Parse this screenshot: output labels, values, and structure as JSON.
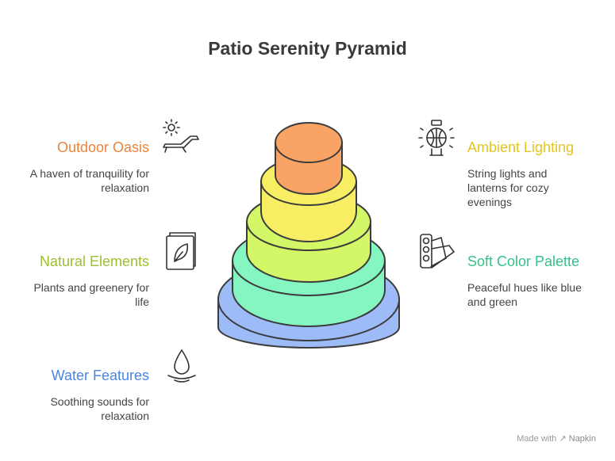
{
  "title": "Patio Serenity Pyramid",
  "items": [
    {
      "label": "Outdoor Oasis",
      "desc1": "A haven of tranquility for",
      "desc2": "relaxation",
      "color": "#e8843a",
      "icon": "sun-lounger-icon"
    },
    {
      "label": "Ambient Lighting",
      "desc1": "String lights and",
      "desc2": "lanterns for cozy",
      "desc3": "evenings",
      "color": "#e2c61f",
      "icon": "lantern-icon"
    },
    {
      "label": "Natural Elements",
      "desc1": "Plants and greenery for",
      "desc2": "life",
      "color": "#9bbf2e",
      "icon": "leaf-book-icon"
    },
    {
      "label": "Soft Color Palette",
      "desc1": "Peaceful hues like blue",
      "desc2": "and green",
      "color": "#36c08a",
      "icon": "color-swatch-icon"
    },
    {
      "label": "Water Features",
      "desc1": "Soothing sounds for",
      "desc2": "relaxation",
      "color": "#4a86e0",
      "icon": "water-drop-icon"
    }
  ],
  "tiers": [
    {
      "fill": "#9dbbf7"
    },
    {
      "fill": "#85f5c2"
    },
    {
      "fill": "#d3f766"
    },
    {
      "fill": "#f8ee63"
    },
    {
      "fill": "#f9a364"
    }
  ],
  "footer": {
    "prefix": "Made with",
    "brand": "Napkin"
  }
}
